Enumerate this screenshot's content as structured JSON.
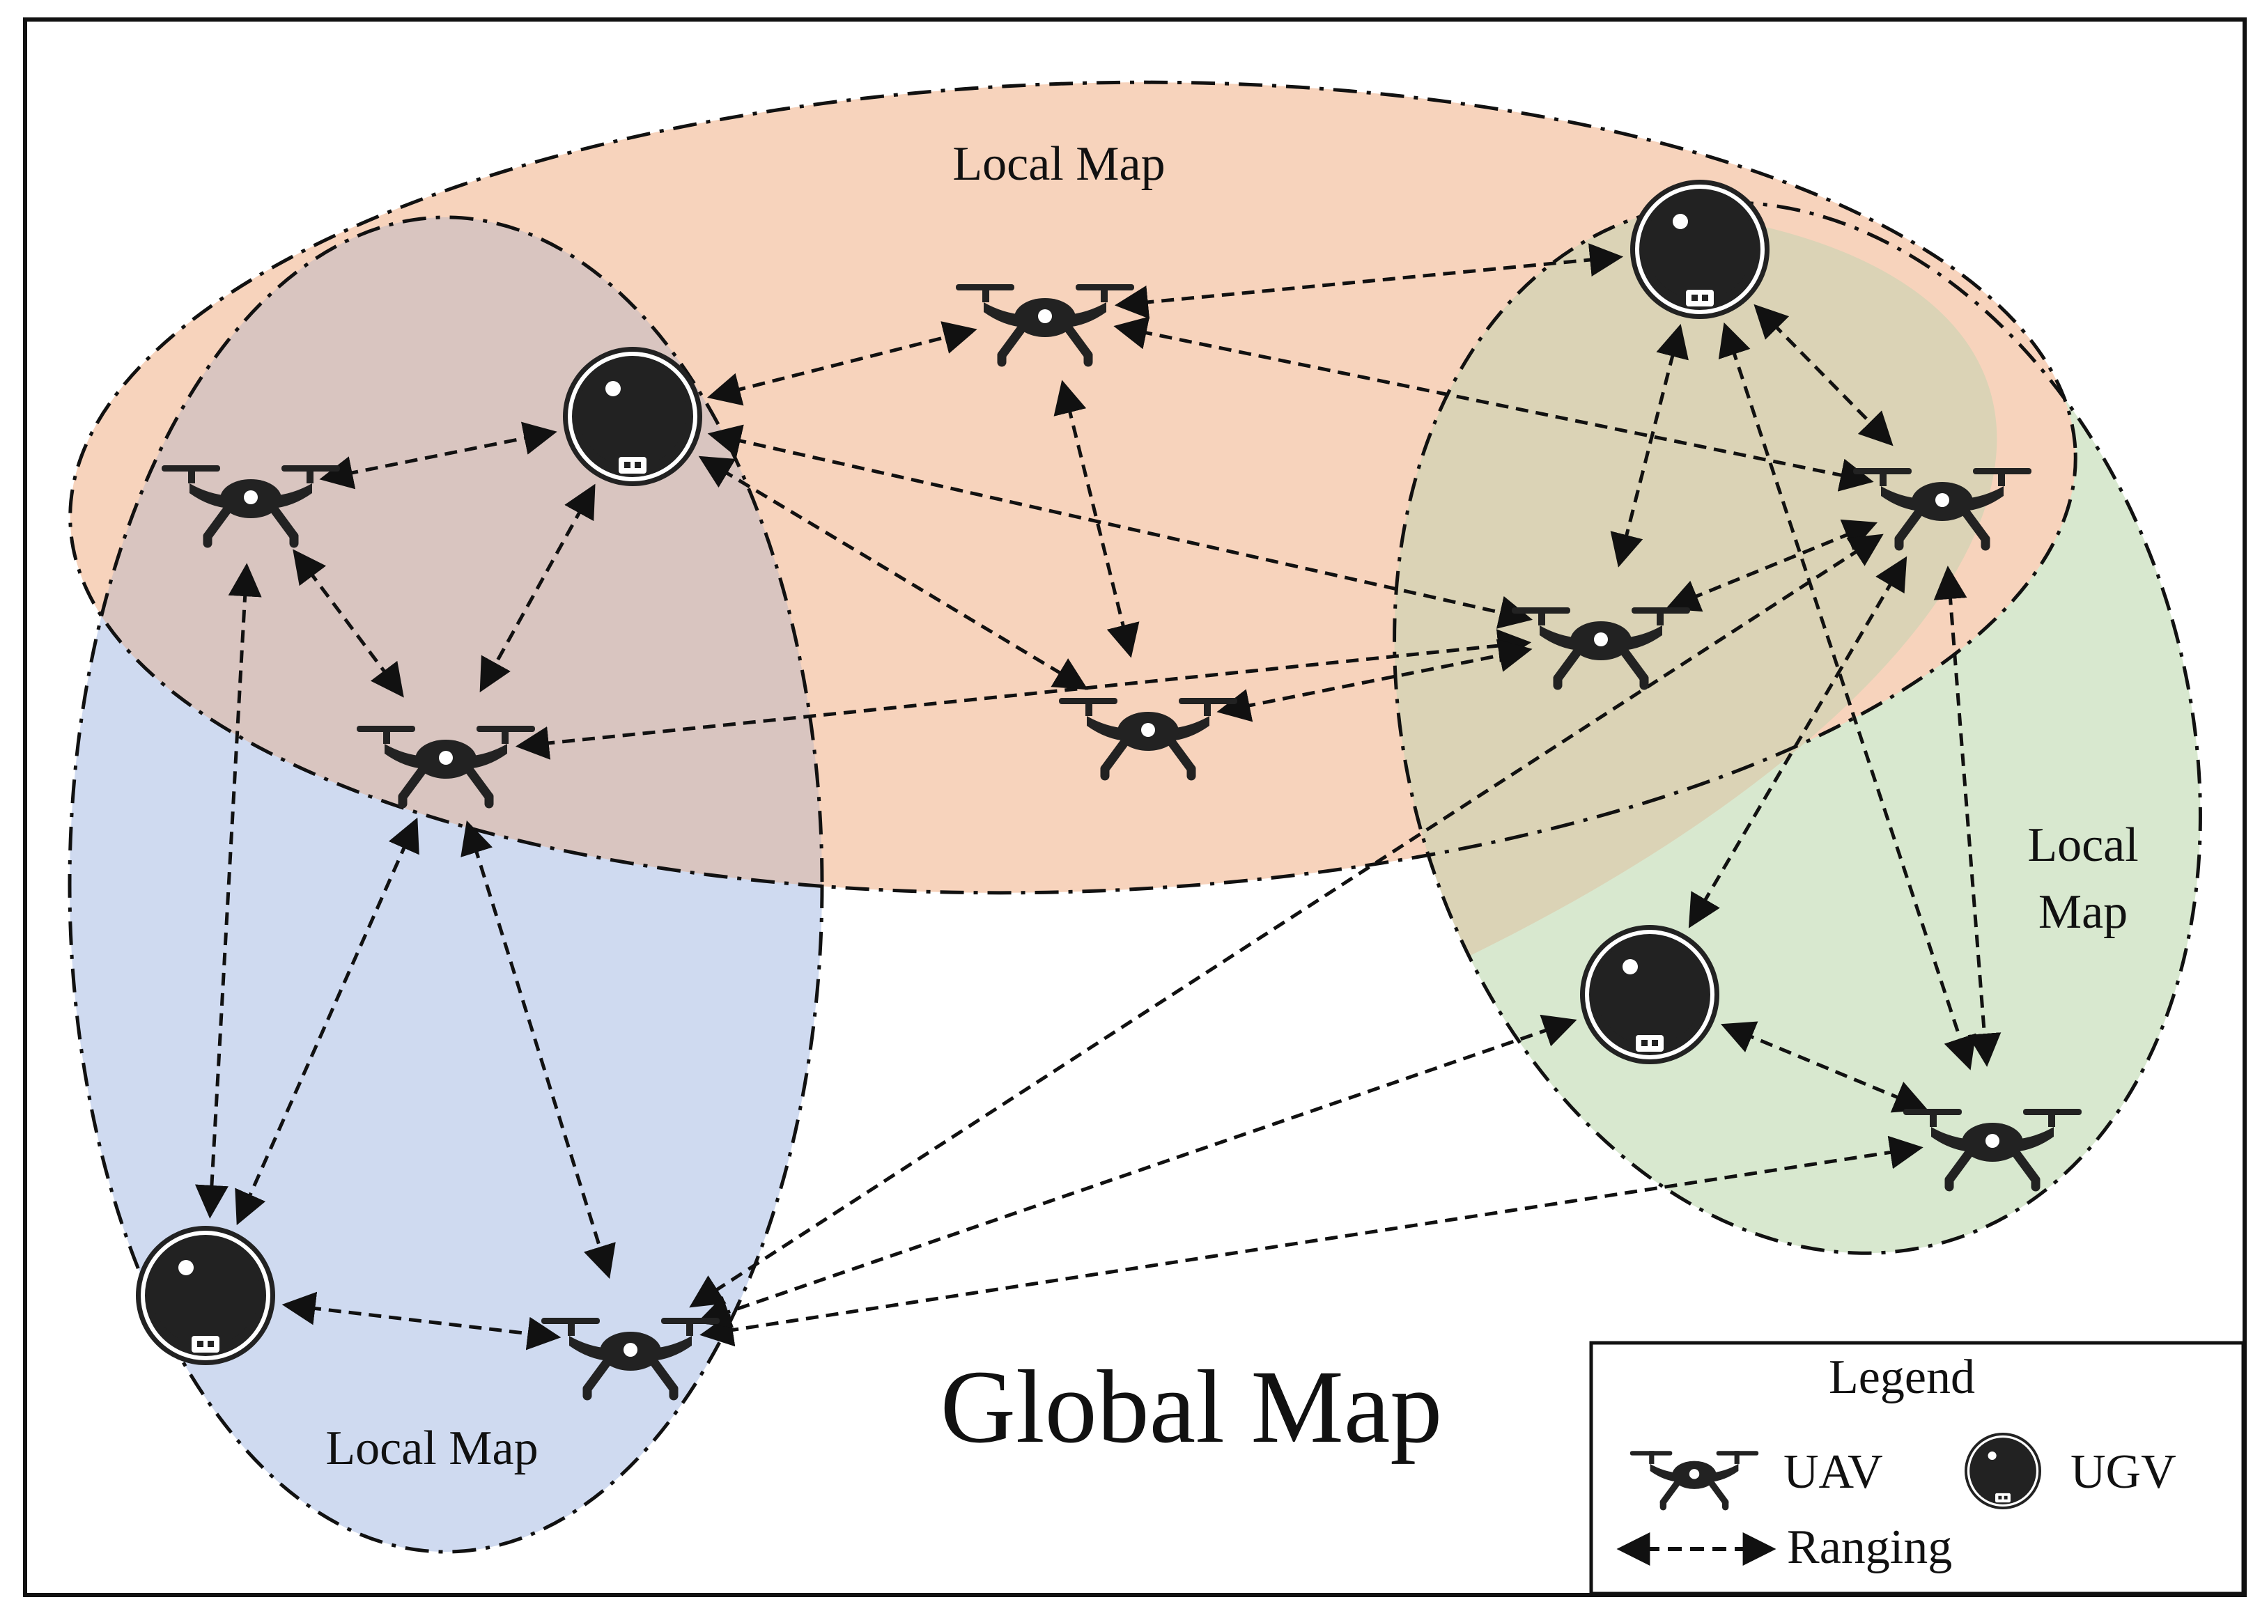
{
  "title": "Global Map",
  "local_maps": [
    {
      "id": "orange",
      "label_lines": [
        "Local Map"
      ],
      "fill": "#f7d3bc"
    },
    {
      "id": "blue",
      "label_lines": [
        "Local Map"
      ],
      "fill": "#cfdaf0"
    },
    {
      "id": "green",
      "label_lines": [
        "Local",
        "Map"
      ],
      "fill": "#d8e8cf"
    }
  ],
  "legend": {
    "title": "Legend",
    "uav": "UAV",
    "ugv": "UGV",
    "ranging": "Ranging"
  },
  "node_types": {
    "uav": "drone-icon",
    "ugv": "robot-vacuum-icon"
  },
  "colors": {
    "ink": "#222222",
    "border": "#111111",
    "overlap_pink_brown": "#d9c5c0",
    "overlap_olive": "#dbd3b6"
  },
  "nodes": [
    {
      "id": "uav-c1",
      "type": "uav"
    },
    {
      "id": "ugv-c1",
      "type": "ugv"
    },
    {
      "id": "uav-c2",
      "type": "uav"
    },
    {
      "id": "uav-c3",
      "type": "uav"
    },
    {
      "id": "ugv-c2",
      "type": "ugv"
    },
    {
      "id": "uav-c4",
      "type": "uav"
    },
    {
      "id": "uav-c5",
      "type": "uav"
    },
    {
      "id": "uav-c6",
      "type": "uav"
    },
    {
      "id": "ugv-c3",
      "type": "ugv"
    },
    {
      "id": "ugv-c4",
      "type": "ugv"
    },
    {
      "id": "uav-c7",
      "type": "uav"
    },
    {
      "id": "uav-c8",
      "type": "uav"
    }
  ],
  "links": [
    [
      "uav-c1",
      "ugv-c1"
    ],
    [
      "uav-c1",
      "uav-c2"
    ],
    [
      "uav-c1",
      "ugv-c4"
    ],
    [
      "ugv-c1",
      "uav-c2"
    ],
    [
      "ugv-c1",
      "uav-c3"
    ],
    [
      "ugv-c1",
      "uav-c4"
    ],
    [
      "ugv-c1",
      "uav-c5"
    ],
    [
      "uav-c2",
      "uav-c5"
    ],
    [
      "uav-c2",
      "ugv-c4"
    ],
    [
      "uav-c2",
      "uav-c8"
    ],
    [
      "ugv-c4",
      "uav-c8"
    ],
    [
      "uav-c3",
      "uav-c4"
    ],
    [
      "uav-c3",
      "uav-c6"
    ],
    [
      "uav-c3",
      "ugv-c2"
    ],
    [
      "uav-c4",
      "uav-c5"
    ],
    [
      "uav-c5",
      "ugv-c2"
    ],
    [
      "uav-c5",
      "uav-c6"
    ],
    [
      "ugv-c2",
      "uav-c6"
    ],
    [
      "ugv-c2",
      "uav-c7"
    ],
    [
      "uav-c6",
      "uav-c7"
    ],
    [
      "uav-c6",
      "ugv-c3"
    ],
    [
      "uav-c6",
      "uav-c8"
    ],
    [
      "uav-c7",
      "ugv-c3"
    ],
    [
      "uav-c7",
      "uav-c8"
    ],
    [
      "ugv-c3",
      "uav-c8"
    ]
  ]
}
